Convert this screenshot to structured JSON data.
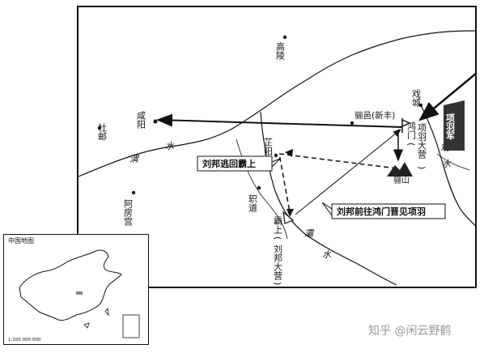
{
  "map": {
    "places": {
      "gaoling": "高陵",
      "xianyang": "咸阳",
      "duyou": "杜邮",
      "afanggong": "阿房宫",
      "liyi": "骊邑(新丰)",
      "xicheng": "戏城",
      "zhiyang": "芷阳",
      "zhidao": "轵道",
      "lishan": "骊山",
      "hongmen_v": "鸿门",
      "hongmen_camp_paren_top": "(",
      "hongmen_camp_v": "项羽大营",
      "hongmen_camp_paren_bottom": ")",
      "bashang_v": "霸上",
      "bashang_camp_paren_top": "(",
      "bashang_camp_v": "刘邦大营",
      "bashang_camp_paren_bottom": ")"
    },
    "rivers": {
      "wei_1": "渭",
      "wei_2": "水",
      "ba_1": "灞",
      "ba_2": "水",
      "xi_1": "戏",
      "xi_2": "水"
    },
    "callouts": {
      "liubang_escape": "刘邦逃回霸上",
      "liubang_to_hongmen": "刘邦前往鸿门晋见项羽",
      "xiangyu_army": "项羽军"
    }
  },
  "inset": {
    "title": "中国地图",
    "scale": "1:100 000 000"
  },
  "watermark": "知乎 @闲云野鹤",
  "colors": {
    "ink": "#111111",
    "callout_bg": "#333333"
  }
}
